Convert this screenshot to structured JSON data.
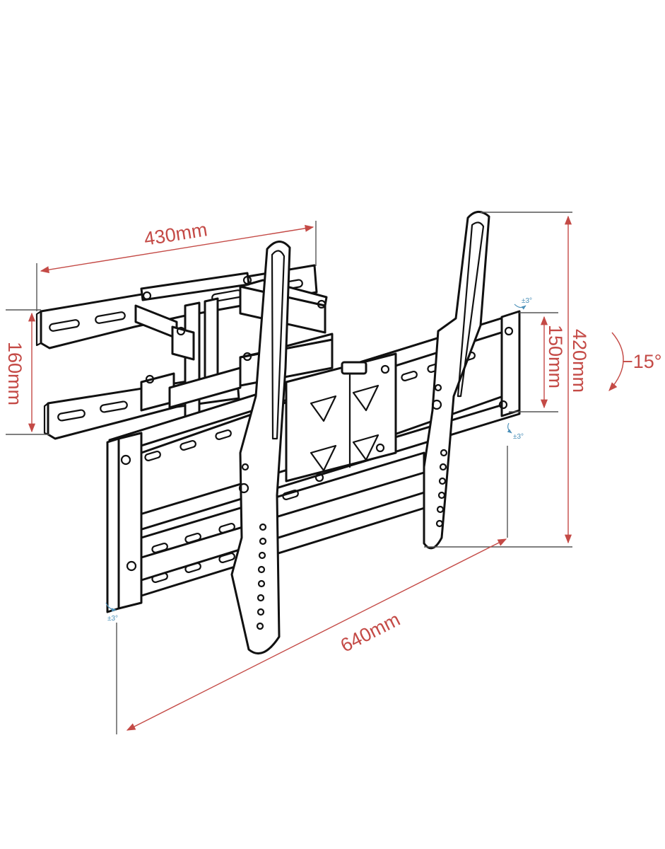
{
  "dimensions": {
    "arm_depth": "430mm",
    "wall_plate_height": "160mm",
    "vesa_vertical": "150mm",
    "total_height": "420mm",
    "total_width": "640mm",
    "tilt": "−15°",
    "swivel_1": "±3°",
    "swivel_2": "±3°",
    "swivel_3": "±3°"
  },
  "colors": {
    "dimension": "#c44a46",
    "tilt_marker": "#4a8fb8",
    "line_art": "#111111"
  }
}
